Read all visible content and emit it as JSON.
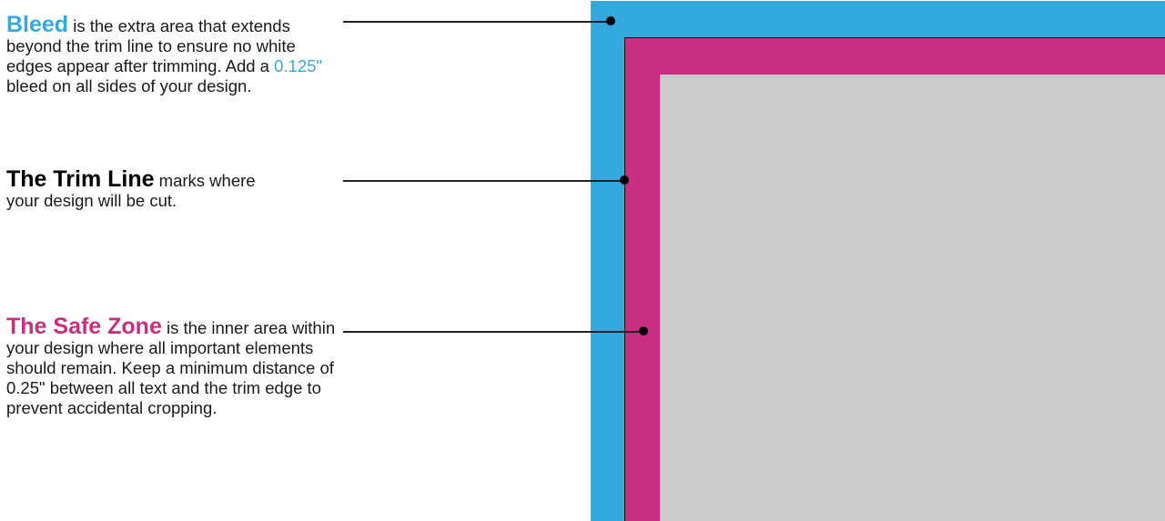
{
  "bleed": {
    "lead": "Bleed",
    "text_before": " is the extra area that extends beyond the trim line to ensure no white edges appear after trimming. Add a ",
    "highlight": "0.125\"",
    "text_after": " bleed on all sides of your design.",
    "color": "#33a9e0"
  },
  "trim": {
    "lead": "The Trim Line",
    "text": " marks where your design will be cut.",
    "color": "#000000"
  },
  "safe": {
    "lead": "The Safe Zone",
    "text": " is the inner area within your design where all important elements should remain. Keep a minimum distance of 0.25\" between all text and the trim edge to prevent accidental cropping.",
    "color": "#c92e80"
  },
  "colors": {
    "bleed": "#33a9e0",
    "trim_zone": "#c92e80",
    "safe_zone": "#cccccc",
    "line": "#222222"
  }
}
